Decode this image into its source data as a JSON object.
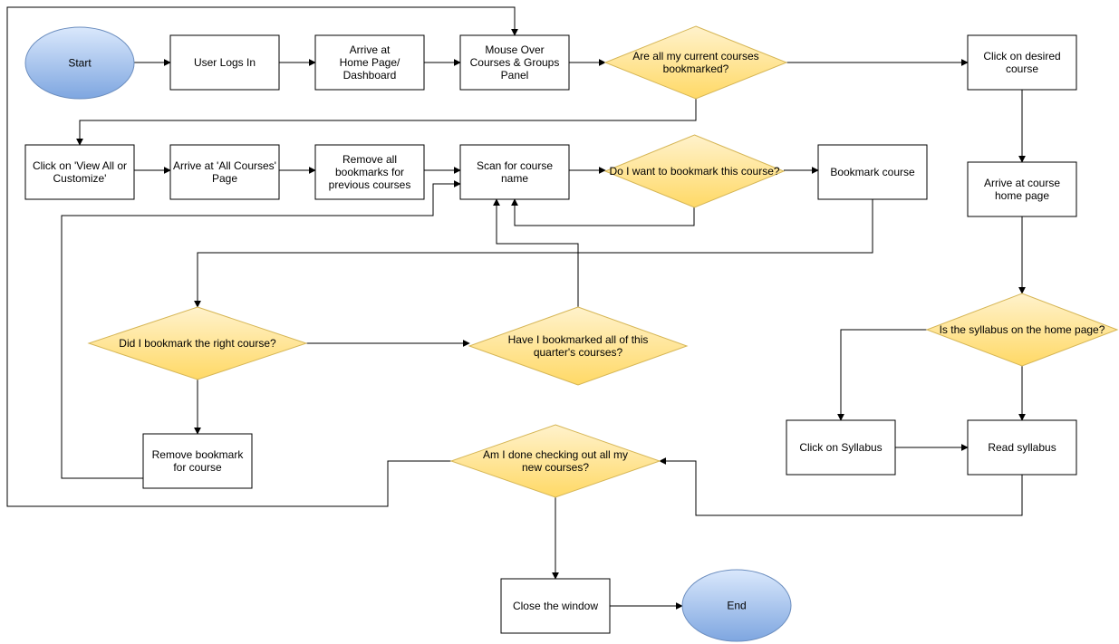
{
  "colors": {
    "process_fill": "#ffffff",
    "process_stroke": "#000000",
    "decision_fill_top": "#fff2cc",
    "decision_fill_bottom": "#ffd966",
    "decision_stroke": "#d6b656",
    "terminal_fill_top": "#dae8fc",
    "terminal_fill_bottom": "#7ea6e0",
    "terminal_stroke": "#6c8ebf",
    "edge": "#000000"
  },
  "nodes": [
    {
      "id": "start",
      "shape": "ellipse",
      "lines": [
        "Start"
      ]
    },
    {
      "id": "user-logs-in",
      "shape": "rect",
      "lines": [
        "User Logs In"
      ]
    },
    {
      "id": "arrive-home-page",
      "shape": "rect",
      "lines": [
        "Arrive at",
        "Home Page/",
        "Dashboard"
      ]
    },
    {
      "id": "mouse-over-courses",
      "shape": "rect",
      "lines": [
        "Mouse Over",
        "Courses & Groups",
        "Panel"
      ]
    },
    {
      "id": "all-bookmarked",
      "shape": "diamond",
      "lines": [
        "Are all my current courses",
        "bookmarked?"
      ]
    },
    {
      "id": "click-desired-course",
      "shape": "rect",
      "lines": [
        "Click on desired",
        "course"
      ]
    },
    {
      "id": "click-view-all",
      "shape": "rect",
      "lines": [
        "Click on 'View All or",
        "Customize'"
      ]
    },
    {
      "id": "arrive-all-courses",
      "shape": "rect",
      "lines": [
        "Arrive at 'All Courses'",
        "Page"
      ]
    },
    {
      "id": "remove-all-bookmarks",
      "shape": "rect",
      "lines": [
        "Remove all",
        "bookmarks for",
        "previous courses"
      ]
    },
    {
      "id": "scan-course-name",
      "shape": "rect",
      "lines": [
        "Scan for course",
        "name"
      ]
    },
    {
      "id": "want-to-bookmark",
      "shape": "diamond",
      "lines": [
        "Do I want to bookmark this course?"
      ]
    },
    {
      "id": "bookmark-course",
      "shape": "rect",
      "lines": [
        "Bookmark course"
      ]
    },
    {
      "id": "arrive-course-home",
      "shape": "rect",
      "lines": [
        "Arrive at course",
        "home page"
      ]
    },
    {
      "id": "right-course",
      "shape": "diamond",
      "lines": [
        "Did I bookmark the right course?"
      ]
    },
    {
      "id": "all-quarter-courses",
      "shape": "diamond",
      "lines": [
        "Have I bookmarked all of this",
        "quarter's courses?"
      ]
    },
    {
      "id": "syllabus-on-home",
      "shape": "diamond",
      "lines": [
        "Is the syllabus on the home page?"
      ]
    },
    {
      "id": "remove-bookmark",
      "shape": "rect",
      "lines": [
        "Remove bookmark",
        "for course"
      ]
    },
    {
      "id": "done-checking",
      "shape": "diamond",
      "lines": [
        "Am I done checking out all my",
        "new courses?"
      ]
    },
    {
      "id": "click-syllabus",
      "shape": "rect",
      "lines": [
        "Click on Syllabus"
      ]
    },
    {
      "id": "read-syllabus",
      "shape": "rect",
      "lines": [
        "Read syllabus"
      ]
    },
    {
      "id": "close-window",
      "shape": "rect",
      "lines": [
        "Close the window"
      ]
    },
    {
      "id": "end",
      "shape": "ellipse",
      "lines": [
        "End"
      ]
    }
  ],
  "edges": [
    {
      "from": "start",
      "to": "user-logs-in"
    },
    {
      "from": "user-logs-in",
      "to": "arrive-home-page"
    },
    {
      "from": "arrive-home-page",
      "to": "mouse-over-courses"
    },
    {
      "from": "mouse-over-courses",
      "to": "all-bookmarked"
    },
    {
      "from": "all-bookmarked",
      "to": "click-desired-course"
    },
    {
      "from": "all-bookmarked",
      "to": "click-view-all"
    },
    {
      "from": "click-view-all",
      "to": "arrive-all-courses"
    },
    {
      "from": "arrive-all-courses",
      "to": "remove-all-bookmarks"
    },
    {
      "from": "remove-all-bookmarks",
      "to": "scan-course-name"
    },
    {
      "from": "scan-course-name",
      "to": "want-to-bookmark"
    },
    {
      "from": "want-to-bookmark",
      "to": "bookmark-course"
    },
    {
      "from": "want-to-bookmark",
      "to": "scan-course-name"
    },
    {
      "from": "bookmark-course",
      "to": "right-course"
    },
    {
      "from": "right-course",
      "to": "all-quarter-courses"
    },
    {
      "from": "right-course",
      "to": "remove-bookmark"
    },
    {
      "from": "all-quarter-courses",
      "to": "scan-course-name"
    },
    {
      "from": "remove-bookmark",
      "to": "scan-course-name"
    },
    {
      "from": "click-desired-course",
      "to": "arrive-course-home"
    },
    {
      "from": "arrive-course-home",
      "to": "syllabus-on-home"
    },
    {
      "from": "syllabus-on-home",
      "to": "click-syllabus"
    },
    {
      "from": "syllabus-on-home",
      "to": "read-syllabus"
    },
    {
      "from": "click-syllabus",
      "to": "read-syllabus"
    },
    {
      "from": "read-syllabus",
      "to": "done-checking"
    },
    {
      "from": "done-checking",
      "to": "mouse-over-courses"
    },
    {
      "from": "done-checking",
      "to": "close-window"
    },
    {
      "from": "close-window",
      "to": "end"
    }
  ]
}
